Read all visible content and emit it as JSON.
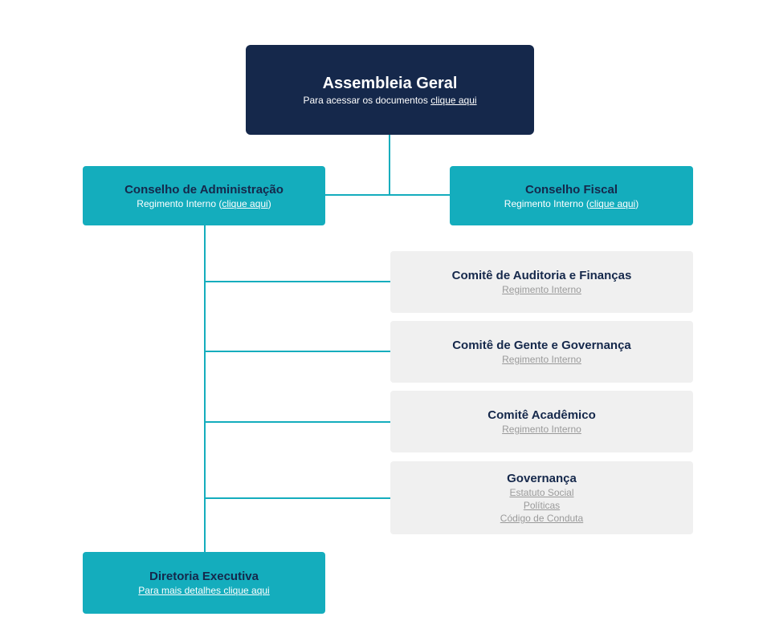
{
  "assembleia": {
    "title": "Assembleia Geral",
    "text": "Para acessar os documentos ",
    "link": "clique aqui"
  },
  "conselho_adm": {
    "title": "Conselho de Administração",
    "text_before": "Regimento Interno (",
    "link": "clique aqui",
    "text_after": ")"
  },
  "conselho_fiscal": {
    "title": "Conselho Fiscal",
    "text_before": "Regimento Interno (",
    "link": "clique aqui",
    "text_after": ")"
  },
  "comites": [
    {
      "title": "Comitê de Auditoria e Finanças",
      "link": "Regimento Interno"
    },
    {
      "title": "Comitê de Gente e Governança",
      "link": "Regimento Interno"
    },
    {
      "title": "Comitê Acadêmico",
      "link": "Regimento Interno"
    }
  ],
  "governanca": {
    "title": "Governança",
    "links": [
      "Estatuto Social",
      "Políticas",
      "Código de Conduta"
    ]
  },
  "diretoria": {
    "title": "Diretoria Executiva",
    "link": "Para mais detalhes clique aqui"
  }
}
